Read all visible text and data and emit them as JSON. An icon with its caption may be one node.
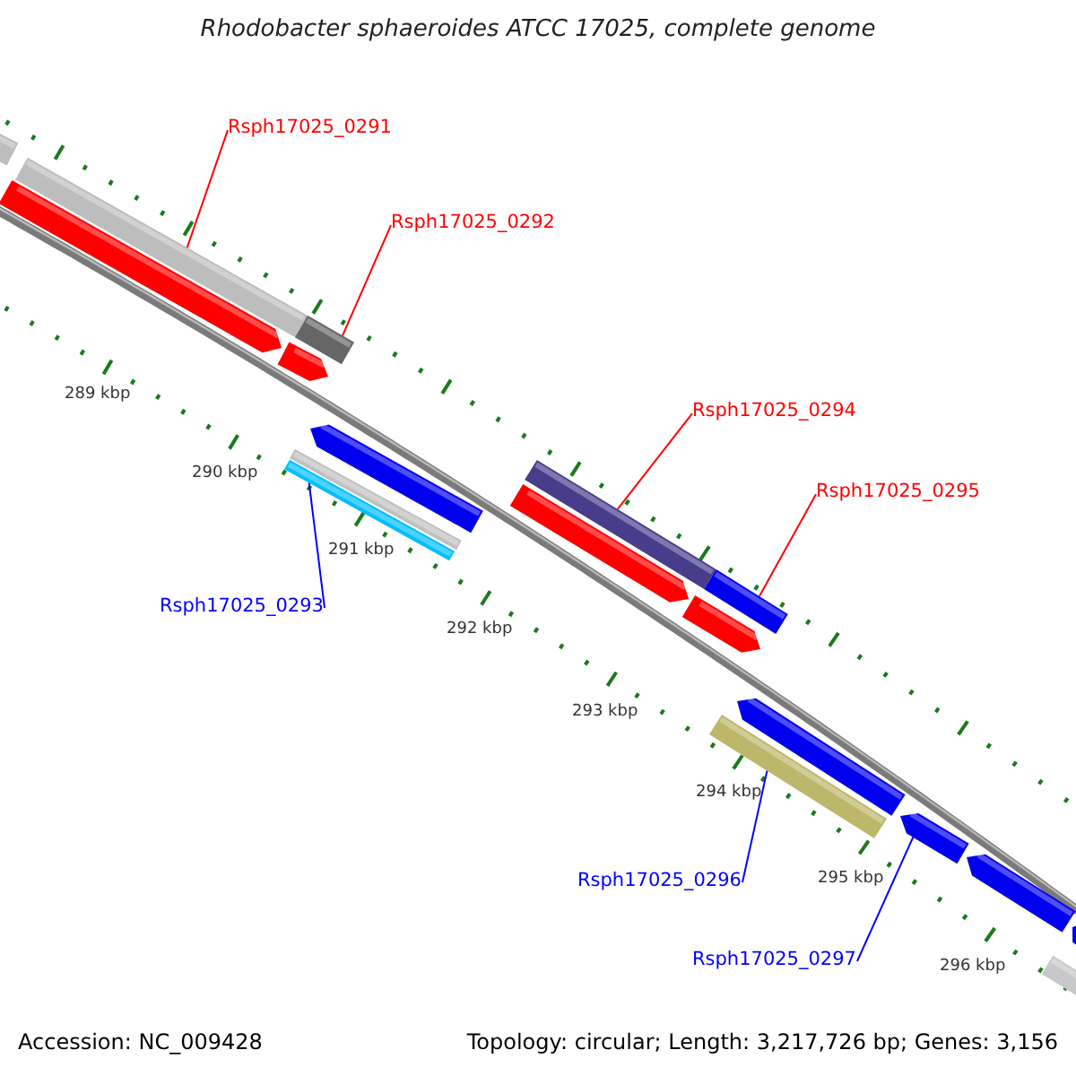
{
  "diagram": {
    "title": "Rhodobacter sphaeroides ATCC 17025, complete genome",
    "nodes": [
      {
        "text": [
          "Rsph17025_0291"
        ]
      },
      {
        "text": [],
        "shape": "bar"
      },
      {
        "text": [
          "Rsph17025_0292"
        ]
      },
      {
        "text": [],
        "shape": "bar"
      },
      {
        "text": [
          "Rsph17025_0294"
        ]
      },
      {
        "text": [],
        "shape": "bar"
      },
      {
        "text": [
          "Rsph17025_0295"
        ]
      },
      {
        "text": [],
        "shape": "bar"
      },
      {
        "text": [
          "Rsph17025_0293"
        ]
      },
      {
        "text": [],
        "shape": "bar"
      },
      {
        "text": [
          "Rsph17025_0296"
        ]
      },
      {
        "text": [],
        "shape": "bar"
      },
      {
        "text": [
          "Rsph17025_0297"
        ]
      },
      {
        "text": [],
        "shape": "bar"
      }
    ],
    "edges": [
      {
        "from": 0,
        "to": 1,
        "arrow": "none"
      },
      {
        "from": 2,
        "to": 3,
        "arrow": "none"
      },
      {
        "from": 4,
        "to": 5,
        "arrow": "none"
      },
      {
        "from": 6,
        "to": 7,
        "arrow": "none"
      },
      {
        "from": 8,
        "to": 9,
        "arrow": "none",
        "color": "#0000ff"
      },
      {
        "from": 10,
        "to": 11,
        "arrow": "none",
        "color": "#0000ff"
      },
      {
        "from": 12,
        "to": 13,
        "arrow": "none",
        "color": "#0000ff"
      }
    ],
    "labels": [
      "289 kbp",
      "290 kbp",
      "291 kbp",
      "292 kbp",
      "293 kbp",
      "294 kbp",
      "295 kbp",
      "296 kbp",
      "Accession: NC_009428",
      "Topology: circular; Length: 3,217,726 bp; Genes: 3,156"
    ]
  }
}
